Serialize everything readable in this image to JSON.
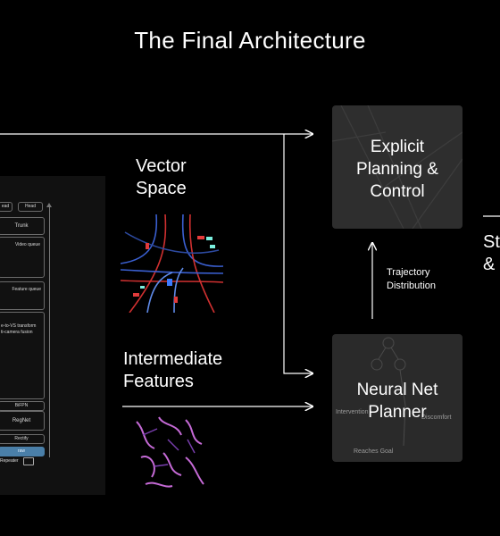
{
  "title": "The Final Architecture",
  "vector_space": {
    "label_line1": "Vector",
    "label_line2": "Space"
  },
  "intermediate": {
    "label_line1": "Intermediate",
    "label_line2": "Features"
  },
  "explicit_box": {
    "line1": "Explicit",
    "line2": "Planning &",
    "line3": "Control"
  },
  "nn_box": {
    "line1": "Neural Net",
    "line2": "Planner",
    "faint_labels": [
      "Intervention",
      "Discomfort",
      "Reaches Goal"
    ]
  },
  "trajectory": {
    "line1": "Trajectory",
    "line2": "Distribution"
  },
  "right_label": {
    "line1": "St",
    "line2": "& "
  },
  "backbone": {
    "head_left": "ead",
    "head_right": "Head",
    "trunk": "Trunk",
    "video_queue": "Video queue",
    "feature_queue": "Feature queue",
    "transform_line1": "e-to-VS transform",
    "transform_line2": "ti-camera fusion",
    "bifpn": "BiFPN",
    "regnet": "RegNet",
    "rectify": "Rectify",
    "raw": "raw",
    "repeater": "Repeater"
  }
}
